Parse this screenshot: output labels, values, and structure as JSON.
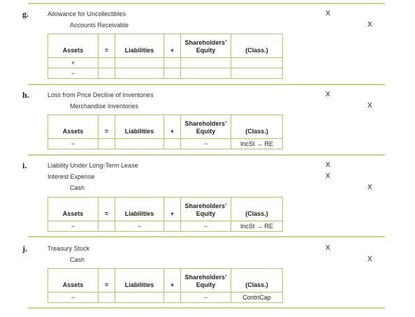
{
  "equation": {
    "assets": "Assets",
    "equals": "=",
    "liabilities": "Liabilities",
    "plus": "+",
    "equity_line1": "Shareholders’",
    "equity_line2": "Equity",
    "classification": "(Class.)"
  },
  "mark": "X",
  "sections": {
    "g": {
      "letter": "g.",
      "entries": [
        {
          "account": "Allowance for Uncollectibles",
          "debit": "X",
          "credit": ""
        },
        {
          "account": "Accounts Receivable",
          "debit": "",
          "credit": "X"
        }
      ],
      "rows": [
        {
          "assets": "+",
          "liabilities": "",
          "equity": "",
          "class": ""
        },
        {
          "assets": "−",
          "liabilities": "",
          "equity": "",
          "class": ""
        }
      ]
    },
    "h": {
      "letter": "h.",
      "entries": [
        {
          "account": "Loss from Price Decline of Inventories",
          "debit": "X",
          "credit": ""
        },
        {
          "account": "Merchandise Inventories",
          "debit": "",
          "credit": "X"
        }
      ],
      "rows": [
        {
          "assets": "−",
          "liabilities": "",
          "equity": "−",
          "class": "IncSt → RE"
        }
      ]
    },
    "i": {
      "letter": "i.",
      "entries": [
        {
          "account": "Liability Under Long-Term Lease",
          "debit": "X",
          "credit": ""
        },
        {
          "account": "Interest Expense",
          "debit": "X",
          "credit": ""
        },
        {
          "account": "Cash",
          "debit": "",
          "credit": "X"
        }
      ],
      "rows": [
        {
          "assets": "−",
          "liabilities": "−",
          "equity": "−",
          "class": "IncSt → RE"
        }
      ]
    },
    "j": {
      "letter": "j.",
      "entries": [
        {
          "account": "Treasury Stock",
          "debit": "X",
          "credit": ""
        },
        {
          "account": "Cash",
          "debit": "",
          "credit": "X"
        }
      ],
      "rows": [
        {
          "assets": "−",
          "liabilities": "",
          "equity": "−",
          "class": "ContriCap"
        }
      ]
    }
  }
}
